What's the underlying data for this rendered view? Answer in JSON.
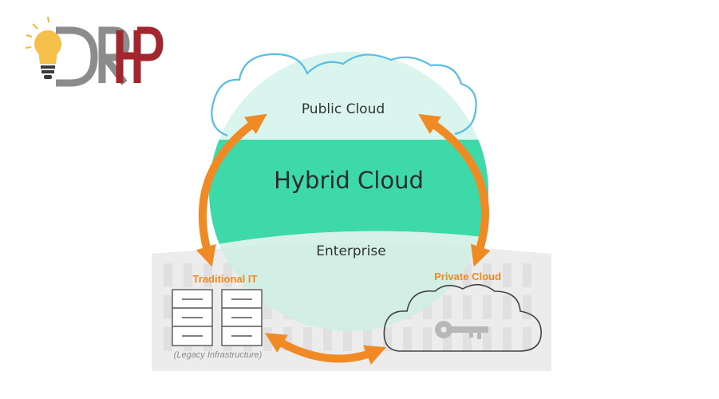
{
  "logo": {
    "text": "DRHP",
    "icon": "lightbulb-icon",
    "colors": {
      "gray": "#8c8c8c",
      "red": "#a3262e",
      "bulb": "#f5b82e"
    }
  },
  "diagram": {
    "public_cloud_label": "Public Cloud",
    "hybrid_cloud_label": "Hybrid Cloud",
    "enterprise_label": "Enterprise",
    "traditional_it_label": "Traditional IT",
    "private_cloud_label": "Private Cloud",
    "legacy_label": "(Legacy Infrastructure)",
    "icons": [
      "cloud-outline-icon",
      "server-rack-icon",
      "key-icon",
      "double-arrow-icon"
    ],
    "colors": {
      "cloud_outline": "#5bbde4",
      "hybrid_fill": "#3dd9a9",
      "public_fill": "#d9f5ee",
      "arrow": "#f08a24",
      "enterprise_bg": "#ececec"
    }
  }
}
